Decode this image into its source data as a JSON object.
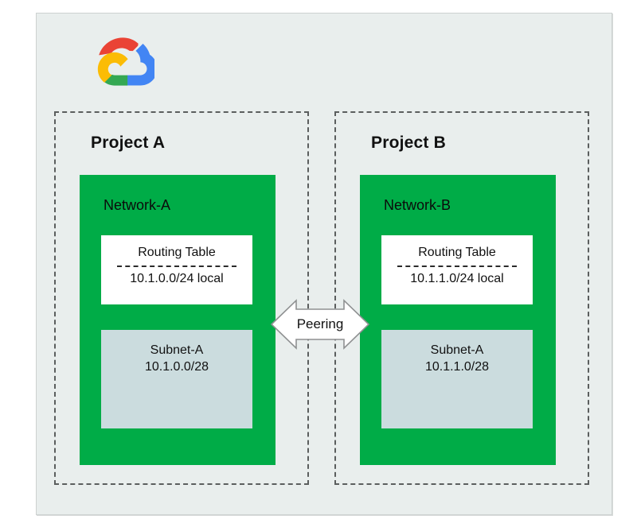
{
  "logo": {
    "name": "google-cloud-logo"
  },
  "colors": {
    "panel_bg": "#E9EEED",
    "panel_border": "#CDD1D0",
    "network_green": "#00AC47",
    "subnet_fill": "#CBDCDE",
    "dashed_border": "#5B5E5E",
    "arrow_fill": "#FFFFFF",
    "arrow_stroke": "#8F9192",
    "logo_red": "#EA4335",
    "logo_blue": "#4285F4",
    "logo_green": "#34A853",
    "logo_yellow": "#FBBC05"
  },
  "projects": [
    {
      "title": "Project A",
      "network": {
        "name": "Network-A",
        "routing_table": {
          "title": "Routing Table",
          "entries": [
            "10.1.0.0/24 local"
          ]
        },
        "subnet": {
          "name": "Subnet-A",
          "cidr": "10.1.0.0/28"
        }
      }
    },
    {
      "title": "Project B",
      "network": {
        "name": "Network-B",
        "routing_table": {
          "title": "Routing Table",
          "entries": [
            "10.1.1.0/24 local"
          ]
        },
        "subnet": {
          "name": "Subnet-A",
          "cidr": "10.1.1.0/28"
        }
      }
    }
  ],
  "peering": {
    "label": "Peering"
  }
}
